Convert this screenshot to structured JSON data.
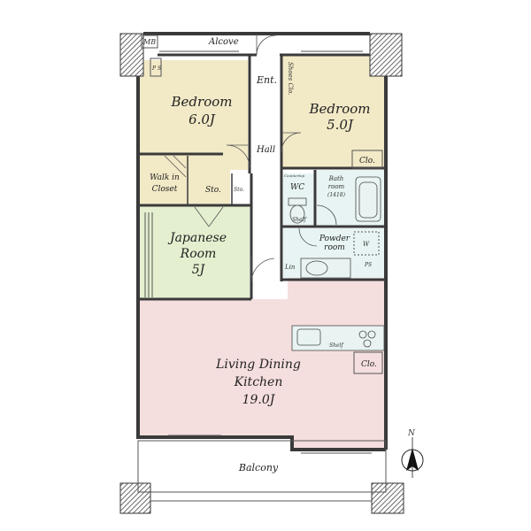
{
  "labels": {
    "mb": "MB",
    "ps_top": "P S",
    "alcove": "Alcove",
    "ent": "Ent.",
    "shoes_clo": "Shoes Clo.",
    "bedroom1_name": "Bedroom",
    "bedroom1_size": "6.0J",
    "bedroom2_name": "Bedroom",
    "bedroom2_size": "5.0J",
    "hall": "Hall",
    "clo_bedroom2": "Clo.",
    "walk_in_line1": "Walk in",
    "walk_in_line2": "Closet",
    "sto1": "Sto.",
    "sto2": "Sto.",
    "wc": "WC",
    "countertop": "Countertop",
    "bath_line1": "Bath",
    "bath_line2": "room",
    "bath_line3": "(1418)",
    "shelf_wc": "Shelf",
    "japanese_line1": "Japanese",
    "japanese_line2": "Room",
    "japanese_size": "5J",
    "powder_line1": "Powder",
    "powder_line2": "room",
    "washer": "W",
    "ps_mid": "PS",
    "lin": "Lin",
    "shelf_kitchen": "Shelf",
    "clo_ldk": "Clo.",
    "ldk_line1": "Living Dining",
    "ldk_line2": "Kitchen",
    "ldk_size": "19.0J",
    "balcony": "Balcony",
    "north": "N"
  },
  "colors": {
    "bedroom": "#f2e9c6",
    "japanese": "#e3efcf",
    "ldk": "#f5dede",
    "wet": "#e7f4f3",
    "hall": "#ffffff",
    "walkin": "#f2e9c6"
  }
}
